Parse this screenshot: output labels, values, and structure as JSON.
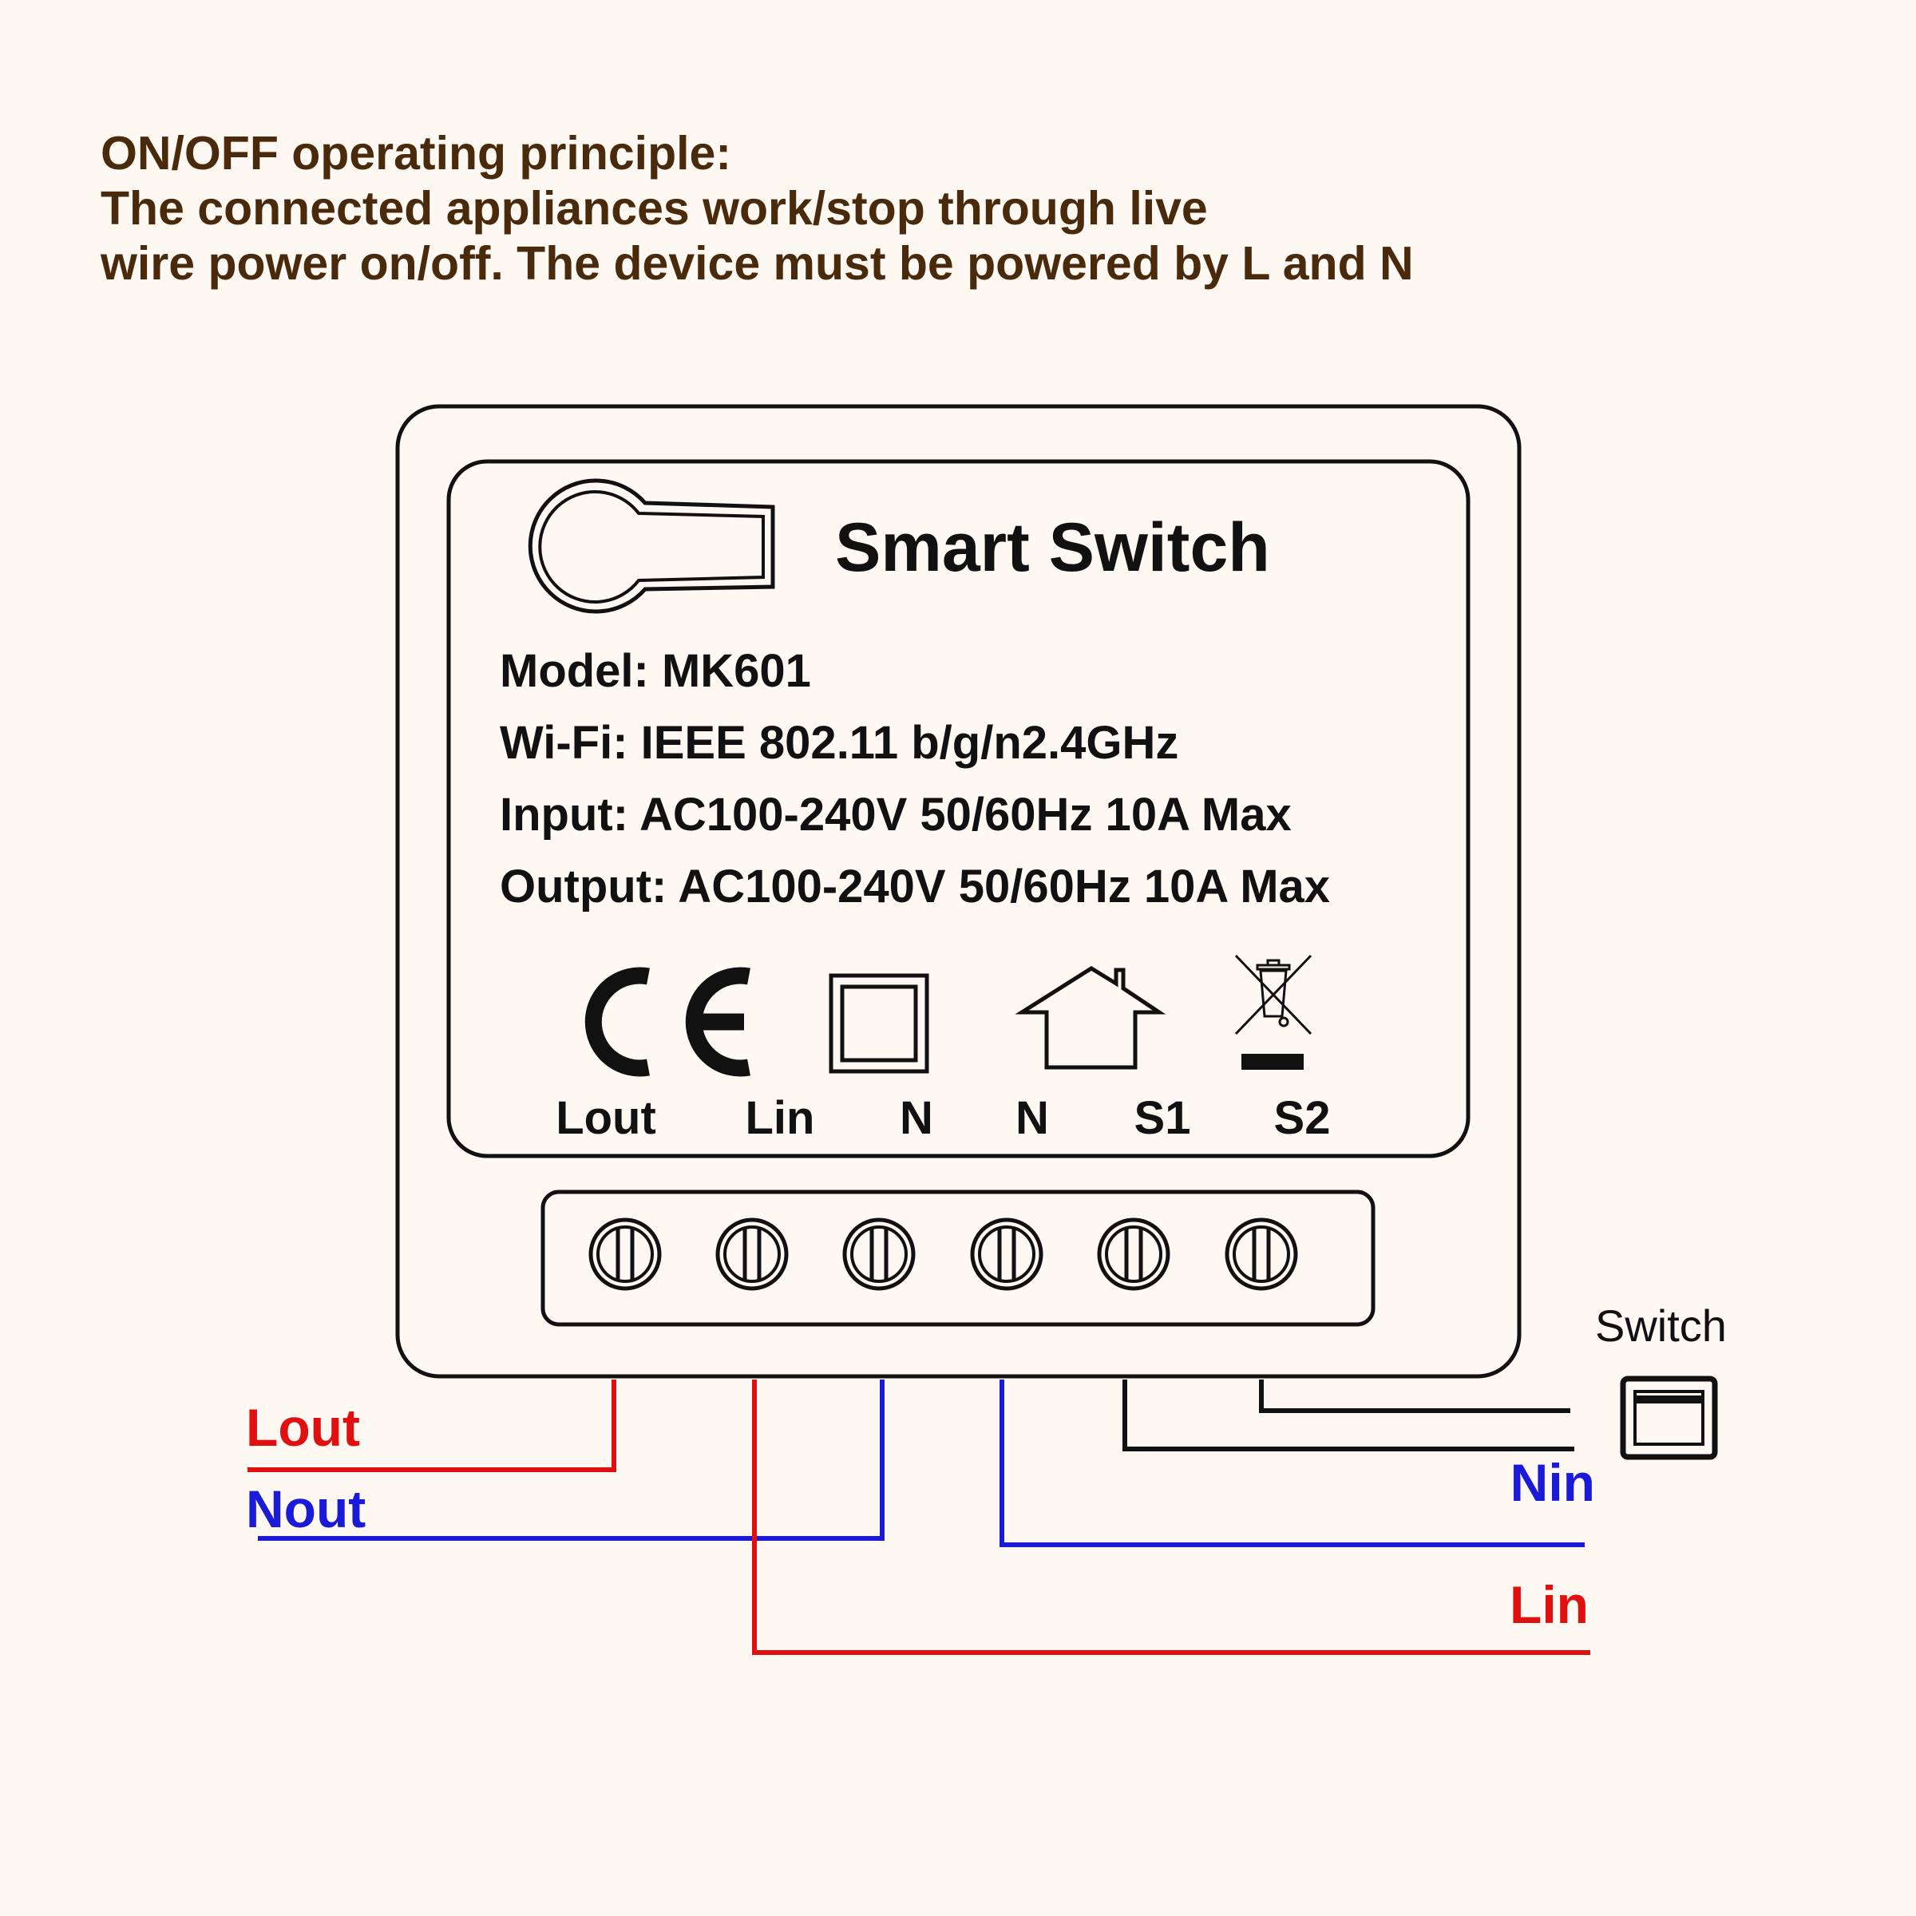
{
  "intro": {
    "heading": "ON/OFF operating principle:",
    "line1": "The connected appliances work/stop through live",
    "line2": "wire power on/off. The device must be powered by L and N"
  },
  "device": {
    "title": "Smart Switch",
    "specs": [
      "Model: MK601",
      "Wi-Fi: IEEE 802.11 b/g/n2.4GHz",
      "Input: AC100-240V 50/60Hz 10A Max",
      "Output: AC100-240V 50/60Hz 10A Max"
    ],
    "cert_marks": [
      "CE",
      "double-insulation-icon",
      "house-icon",
      "weee-bin-icon"
    ],
    "terminals": [
      "Lout",
      "Lin",
      "N",
      "N",
      "S1",
      "S2"
    ]
  },
  "wiring": {
    "lout": "Lout",
    "nout": "Nout",
    "nin": "Nin",
    "lin": "Lin",
    "switch": "Switch"
  },
  "colors": {
    "live": "#e01010",
    "neutral": "#1a1ad8",
    "switch_wire": "#111111",
    "text": "#4a2a0c",
    "background": "#fdf8f1"
  }
}
